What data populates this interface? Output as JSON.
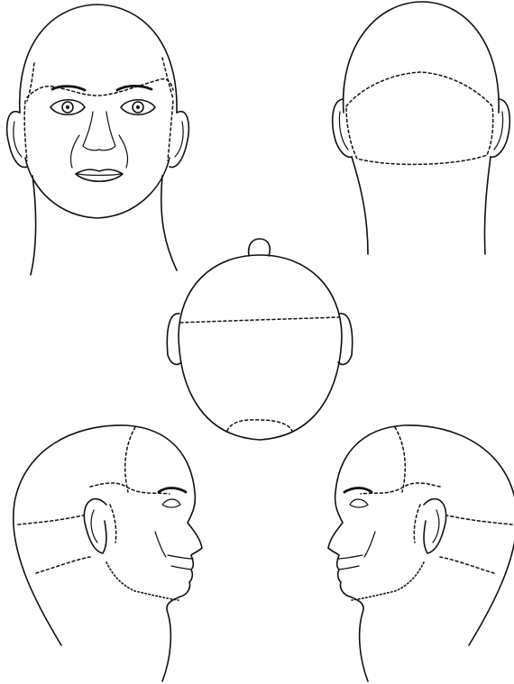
{
  "colors": {
    "ink": "#111111",
    "paper": "#ffffff"
  },
  "views": [
    {
      "id": "front"
    },
    {
      "id": "back"
    },
    {
      "id": "top"
    },
    {
      "id": "left-profile"
    },
    {
      "id": "right-profile"
    }
  ]
}
